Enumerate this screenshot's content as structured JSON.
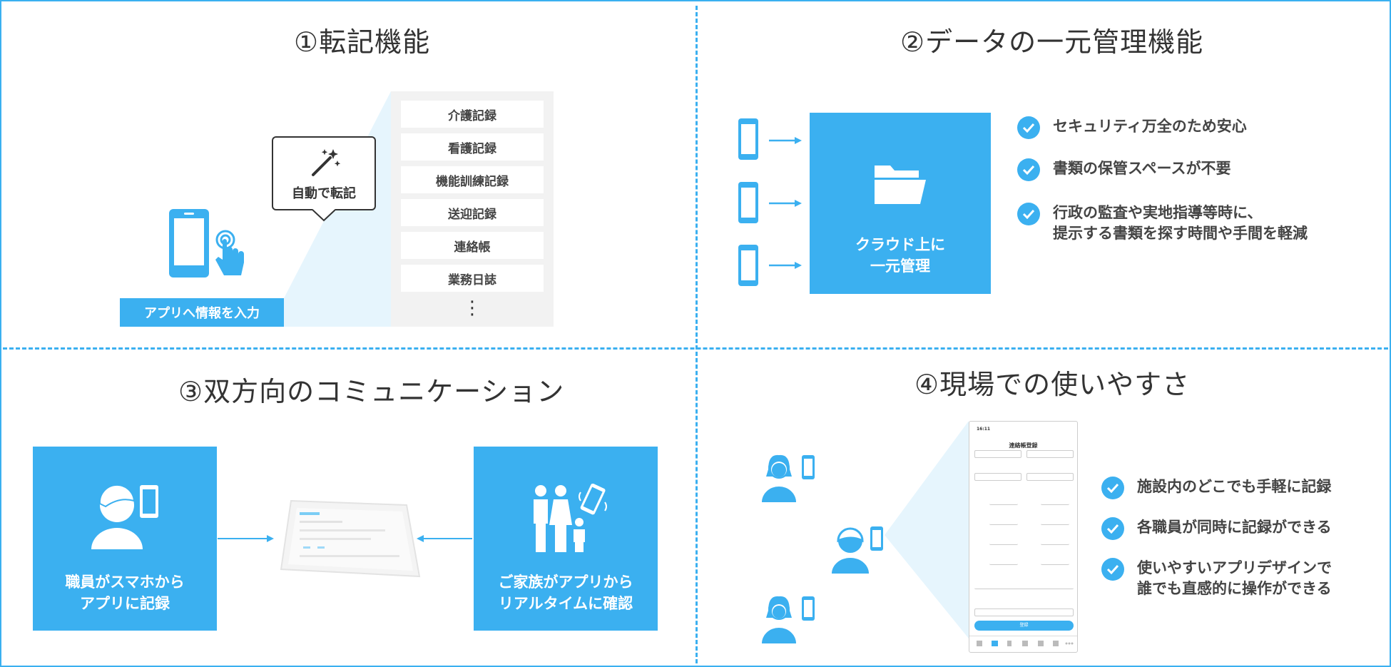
{
  "sections": {
    "transcription": {
      "title": "①転記機能",
      "input_label": "アプリへ情報を入力",
      "bubble_label": "自動で転記",
      "records": [
        "介護記録",
        "看護記録",
        "機能訓練記録",
        "送迎記録",
        "連絡帳",
        "業務日誌"
      ],
      "more": "⋮"
    },
    "data_management": {
      "title": "②データの一元管理機能",
      "cloud_label_line1": "クラウド上に",
      "cloud_label_line2": "一元管理",
      "benefits": [
        {
          "line1": "セキュリティ万全のため安心",
          "line2": ""
        },
        {
          "line1": "書類の保管スペースが不要",
          "line2": ""
        },
        {
          "line1": "行政の監査や実地指導等時に、",
          "line2": "提示する書類を探す時間や手間を軽減"
        }
      ]
    },
    "communication": {
      "title": "③双方向のコミュニケーション",
      "staff_line1": "職員がスマホから",
      "staff_line2": "アプリに記録",
      "family_line1": "ご家族がアプリから",
      "family_line2": "リアルタイムに確認"
    },
    "usability": {
      "title": "④現場での使いやすさ",
      "phone": {
        "time": "16:11",
        "screen_title": "連絡帳登録",
        "submit": "登録"
      },
      "benefits": [
        {
          "line1": "施設内のどこでも手軽に記録",
          "line2": ""
        },
        {
          "line1": "各職員が同時に記録ができる",
          "line2": ""
        },
        {
          "line1": "使いやすいアプリデザインで",
          "line2": "誰でも直感的に操作ができる"
        }
      ]
    }
  },
  "colors": {
    "accent": "#3bb0f0",
    "light_accent": "#e6f5fd",
    "panel": "#f2f2f2",
    "text": "#333333"
  }
}
